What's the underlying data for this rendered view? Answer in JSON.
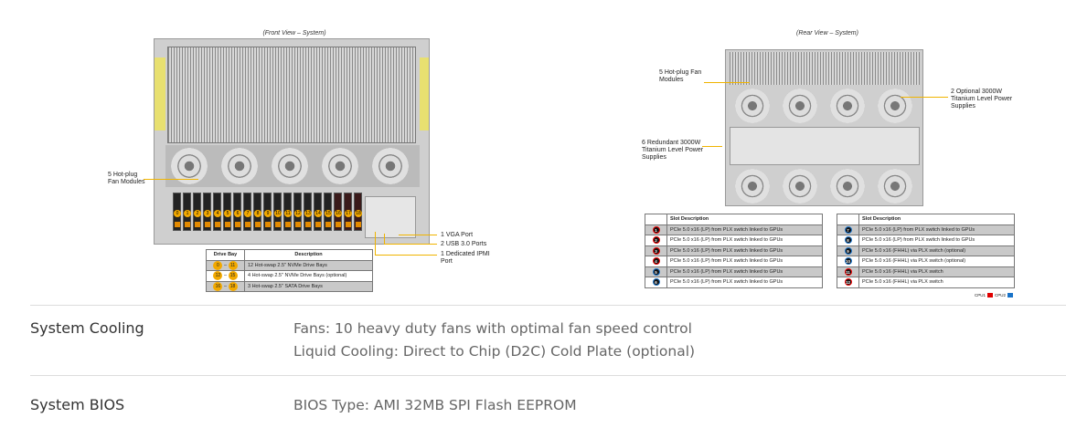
{
  "front": {
    "caption": "(Front View – System)",
    "labels": {
      "fans": "5 Hot-plug\nFan Modules",
      "vga": "1 VGA Port",
      "usb": "2 USB 3.0 Ports",
      "ipmi": "1 Dedicated IPMI\nPort"
    },
    "drive_numbers": [
      "0",
      "1",
      "2",
      "3",
      "4",
      "5",
      "6",
      "7",
      "8",
      "9",
      "10",
      "11",
      "12",
      "13",
      "14",
      "15",
      "16",
      "17",
      "18"
    ],
    "table": {
      "headers": [
        "Drive Bay",
        "Description"
      ],
      "rows": [
        {
          "from": "0",
          "to": "11",
          "desc": "12 Hot-swap 2.5\" NVMe Drive Bays"
        },
        {
          "from": "12",
          "to": "15",
          "desc": "4 Hot-swap 2.5\" NVMe Drive Bays (optional)"
        },
        {
          "from": "16",
          "to": "18",
          "desc": "3 Hot-swap 2.5\" SATA Drive Bays"
        }
      ]
    }
  },
  "rear": {
    "caption": "(Rear View – System)",
    "labels": {
      "fans": "5 Hot-plug Fan\nModules",
      "psu_optional": "2 Optional 3000W\nTitanium Level Power\nSupplies",
      "psu_redundant": "6 Redundant 3000W\nTitanium Level Power\nSupplies"
    },
    "table_left": {
      "header": "Slot Description",
      "rows": [
        {
          "n": "1",
          "cpu": "CPU1",
          "desc": "PCIe 5.0 x16 (LP) from PLX switch linked to GPUs"
        },
        {
          "n": "2",
          "cpu": "CPU1",
          "desc": "PCIe 5.0 x16 (LP) from PLX switch linked to GPUs"
        },
        {
          "n": "3",
          "cpu": "CPU1",
          "desc": "PCIe 5.0 x16 (LP) from PLX switch linked to GPUs"
        },
        {
          "n": "4",
          "cpu": "CPU1",
          "desc": "PCIe 5.0 x16 (LP) from PLX switch linked to GPUs"
        },
        {
          "n": "5",
          "cpu": "CPU2",
          "desc": "PCIe 5.0 x16 (LP) from PLX switch linked to GPUs"
        },
        {
          "n": "6",
          "cpu": "CPU2",
          "desc": "PCIe 5.0 x16 (LP) from PLX switch linked to GPUs"
        }
      ]
    },
    "table_right": {
      "header": "Slot Description",
      "rows": [
        {
          "n": "7",
          "cpu": "CPU2",
          "desc": "PCIe 5.0 x16 (LP) from PLX switch linked to GPUs"
        },
        {
          "n": "8",
          "cpu": "CPU2",
          "desc": "PCIe 5.0 x16 (LP) from PLX switch linked to GPUs"
        },
        {
          "n": "9",
          "cpu": "CPU2",
          "desc": "PCIe 5.0 x16 (FHHL) via PLX switch (optional)"
        },
        {
          "n": "10",
          "cpu": "CPU2",
          "desc": "PCIe 5.0 x16 (FHHL) via PLX switch (optional)"
        },
        {
          "n": "11",
          "cpu": "CPU1",
          "desc": "PCIe 5.0 x16 (FHHL) via PLX switch"
        },
        {
          "n": "12",
          "cpu": "CPU1",
          "desc": "PCIe 5.0 x16 (FHHL) via PLX switch"
        }
      ]
    },
    "legend": {
      "cpu1": "CPU1",
      "cpu2": "CPU2",
      "cpu1_color": "#e00000",
      "cpu2_color": "#1a73c8"
    }
  },
  "specs": [
    {
      "label": "System Cooling",
      "values": [
        "Fans: 10 heavy duty fans with optimal fan speed control",
        "Liquid Cooling: Direct to Chip (D2C) Cold Plate (optional)"
      ]
    },
    {
      "label": "System BIOS",
      "values": [
        "BIOS Type: AMI 32MB SPI Flash EEPROM"
      ]
    }
  ]
}
